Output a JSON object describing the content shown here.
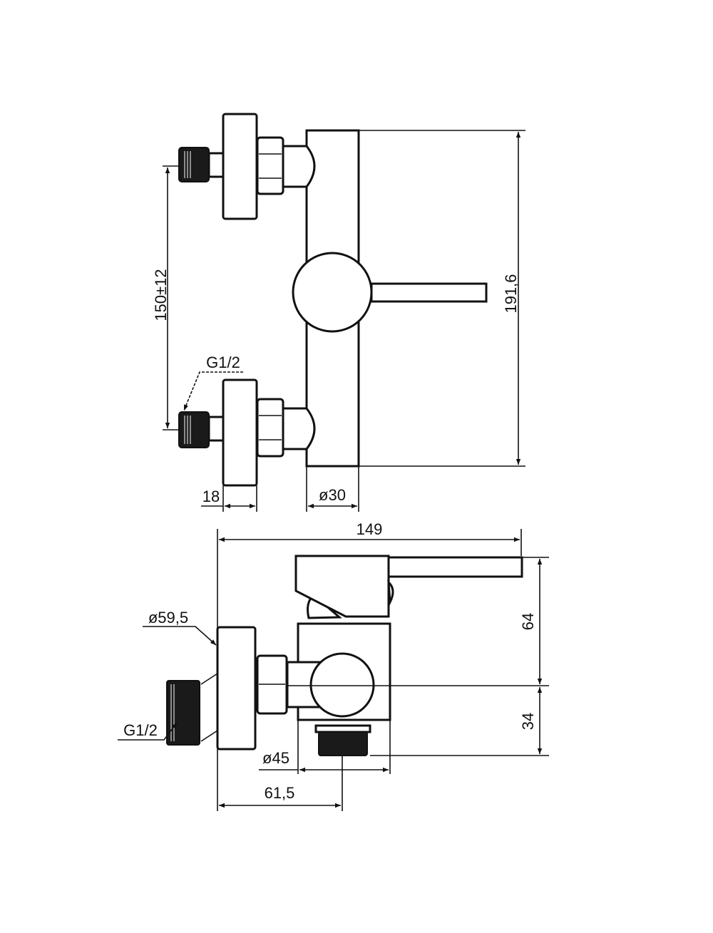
{
  "top_view": {
    "dim_height": "191,6",
    "dim_spacing": "150±12",
    "thread_label": "G1/2",
    "dim_flange_depth": "18",
    "dim_body_diameter": "ø30"
  },
  "side_view": {
    "dim_total_length": "149",
    "dim_flange_diameter": "ø59,5",
    "thread_label": "G1/2",
    "dim_upper_height": "64",
    "dim_lower_height": "34",
    "dim_body_diameter": "ø45",
    "dim_outlet_offset": "61,5"
  }
}
